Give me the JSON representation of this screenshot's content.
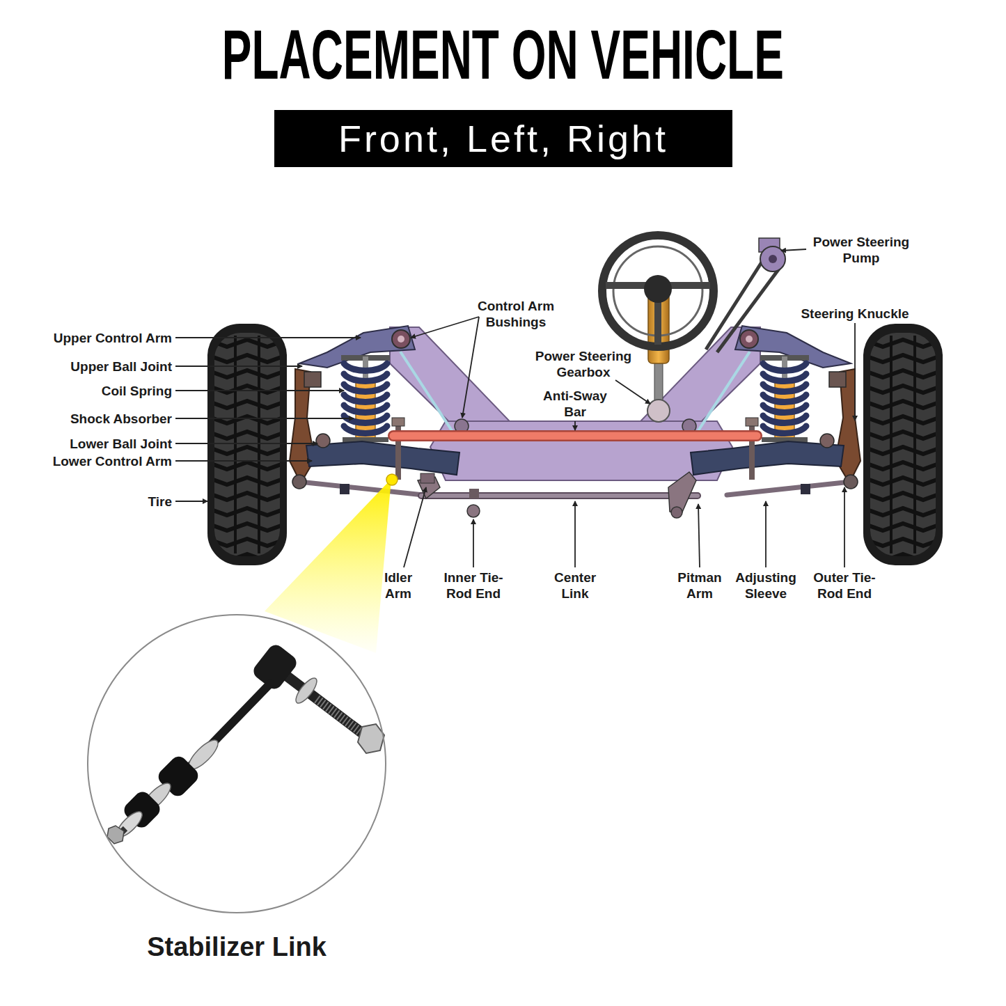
{
  "diagram": {
    "title": "PLACEMENT ON VEHICLE",
    "nodes": [
      {
        "text": [
          "Front, Left, Right"
        ]
      },
      {
        "text": [
          "Stabilizer Link"
        ]
      }
    ],
    "labels": [
      "Upper Control Arm",
      "Upper Ball Joint",
      "Coil Spring",
      "Shock Absorber",
      "Lower Ball Joint",
      "Lower Control Arm",
      "Tire",
      "Control Arm Bushings",
      "Power Steering Gearbox",
      "Anti-Sway Bar",
      "Power Steering Pump",
      "Steering Knuckle",
      "Idler Arm",
      "Inner Tie-Rod End",
      "Center Link",
      "Pitman Arm",
      "Adjusting Sleeve",
      "Outer Tie-Rod End"
    ]
  }
}
